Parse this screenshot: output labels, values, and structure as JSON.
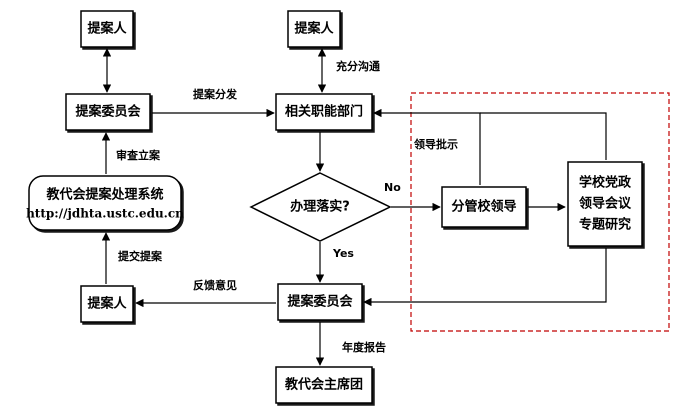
{
  "nodes": {
    "proposer_top_left": "提案人",
    "proposer_top_center": "提案人",
    "committee_left": "提案委员会",
    "departments": "相关职能部门",
    "system_name": "教代会提案处理系统",
    "system_url": "http://jdhta.ustc.edu.cn",
    "decision": "办理落实?",
    "branch_leader": "分管校领导",
    "meeting_line1": "学校党政",
    "meeting_line2": "领导会议",
    "meeting_line3": "专题研究",
    "proposer_bottom_left": "提案人",
    "committee_bottom": "提案委员会",
    "presidium": "教代会主席团"
  },
  "edge_labels": {
    "full_communication": "充分沟通",
    "distribute": "提案分发",
    "review_register": "审查立案",
    "leader_instruction": "领导批示",
    "no": "No",
    "yes": "Yes",
    "submit": "提交提案",
    "feedback": "反馈意见",
    "annual_report": "年度报告"
  },
  "colors": {
    "stroke": "#000000",
    "dashed_region": "#c00000"
  }
}
